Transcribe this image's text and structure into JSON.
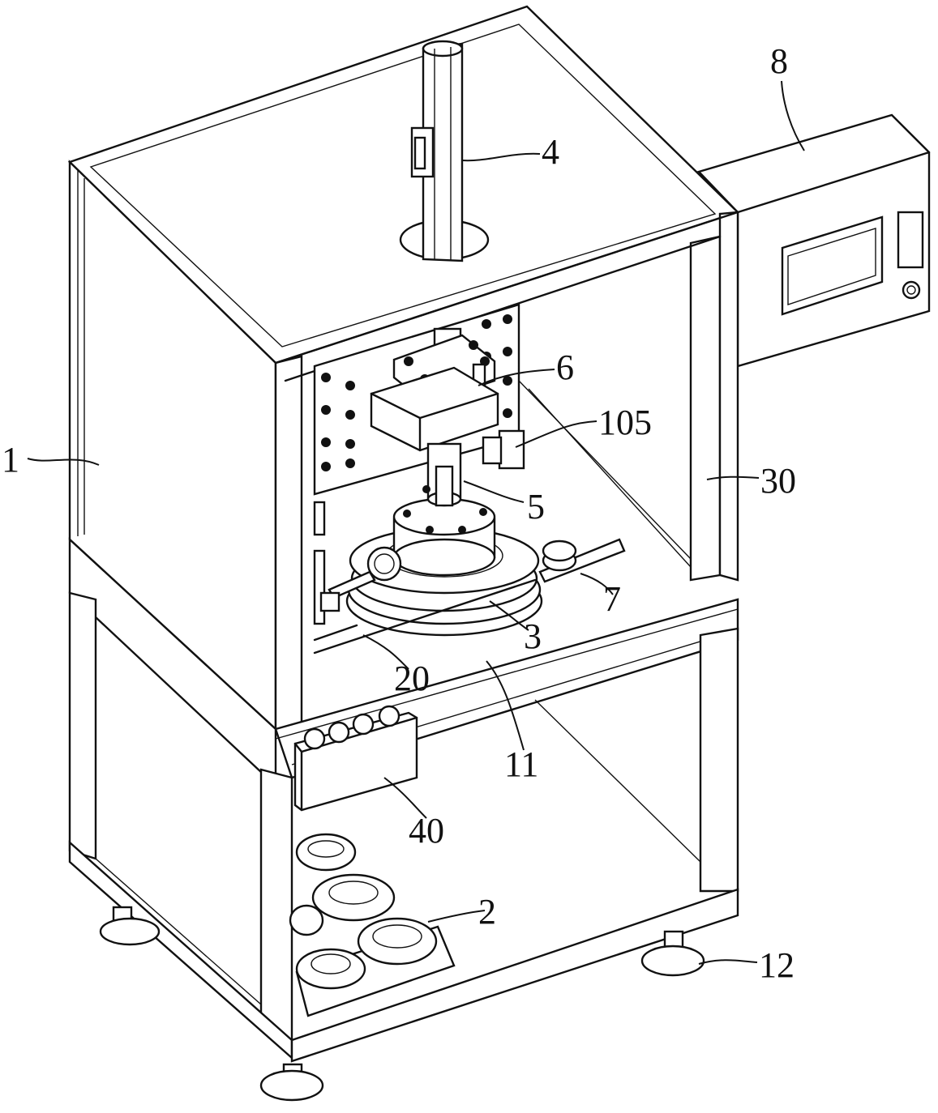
{
  "labels": {
    "frame": "1",
    "tray": "2",
    "rotor": "3",
    "column": "4",
    "shaft": "5",
    "press_head": "6",
    "dial_gauge": "7",
    "control_box": "8",
    "base_plate": "11",
    "foot": "12",
    "rail": "20",
    "side_post": "30",
    "button_box": "40",
    "sensor": "105"
  }
}
